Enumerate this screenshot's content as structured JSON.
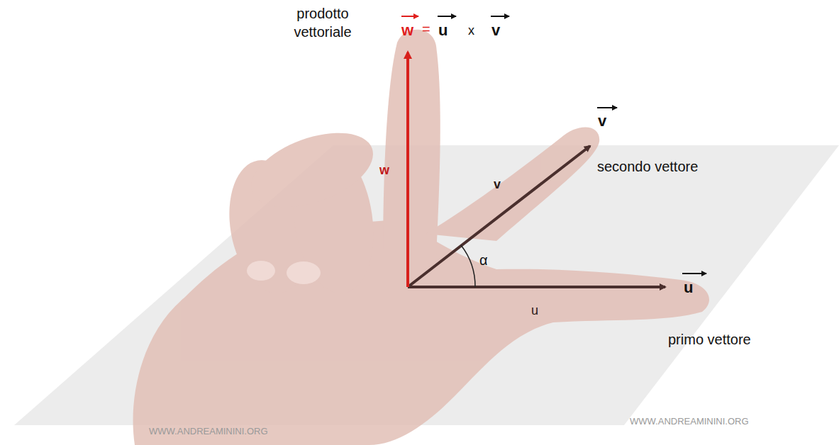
{
  "diagram": {
    "labels": [
      "prodotto vettoriale",
      "w",
      "=",
      "u",
      "x",
      "v",
      "v",
      "secondo vettore",
      "w",
      "v",
      "α",
      "u",
      "u",
      "primo vettore",
      "WWW.ANDREAMININI.ORG",
      "WWW.ANDREAMININI.ORG"
    ]
  }
}
